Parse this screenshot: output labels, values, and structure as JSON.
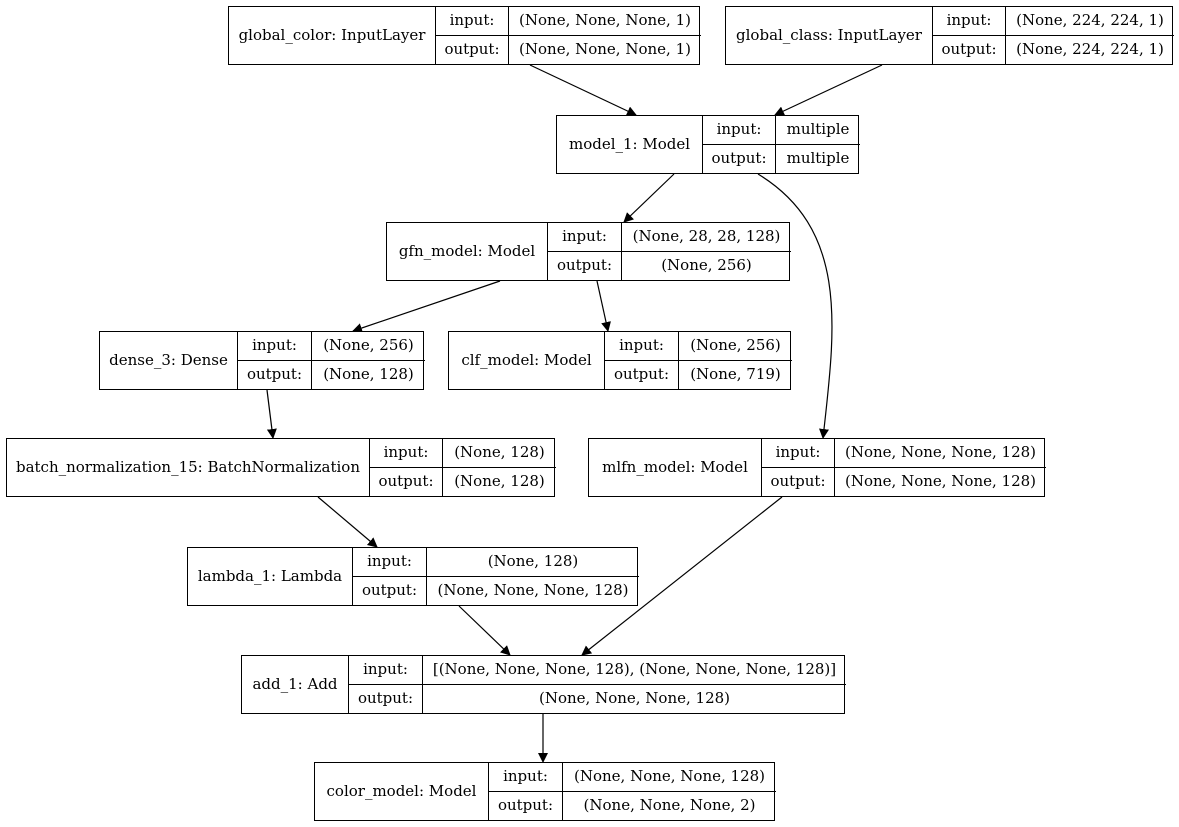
{
  "nodes": [
    {
      "id": "global_color",
      "name": "global_color: InputLayer",
      "input_label": "input:",
      "output_label": "output:",
      "input": "(None, None, None, 1)",
      "output": "(None, None, None, 1)"
    },
    {
      "id": "global_class",
      "name": "global_class: InputLayer",
      "input_label": "input:",
      "output_label": "output:",
      "input": "(None, 224, 224, 1)",
      "output": "(None, 224, 224, 1)"
    },
    {
      "id": "model_1",
      "name": "model_1: Model",
      "input_label": "input:",
      "output_label": "output:",
      "input": "multiple",
      "output": "multiple"
    },
    {
      "id": "gfn_model",
      "name": "gfn_model: Model",
      "input_label": "input:",
      "output_label": "output:",
      "input": "(None, 28, 28, 128)",
      "output": "(None, 256)"
    },
    {
      "id": "dense_3",
      "name": "dense_3: Dense",
      "input_label": "input:",
      "output_label": "output:",
      "input": "(None, 256)",
      "output": "(None, 128)"
    },
    {
      "id": "clf_model",
      "name": "clf_model: Model",
      "input_label": "input:",
      "output_label": "output:",
      "input": "(None, 256)",
      "output": "(None, 719)"
    },
    {
      "id": "batch_normalization_15",
      "name": "batch_normalization_15: BatchNormalization",
      "input_label": "input:",
      "output_label": "output:",
      "input": "(None, 128)",
      "output": "(None, 128)"
    },
    {
      "id": "mlfn_model",
      "name": "mlfn_model: Model",
      "input_label": "input:",
      "output_label": "output:",
      "input": "(None, None, None, 128)",
      "output": "(None, None, None, 128)"
    },
    {
      "id": "lambda_1",
      "name": "lambda_1: Lambda",
      "input_label": "input:",
      "output_label": "output:",
      "input": "(None, 128)",
      "output": "(None, None, None, 128)"
    },
    {
      "id": "add_1",
      "name": "add_1: Add",
      "input_label": "input:",
      "output_label": "output:",
      "input": "[(None, None, None, 128), (None, None, None, 128)]",
      "output": "(None, None, None, 128)"
    },
    {
      "id": "color_model",
      "name": "color_model: Model",
      "input_label": "input:",
      "output_label": "output:",
      "input": "(None, None, None, 128)",
      "output": "(None, None, None, 2)"
    }
  ],
  "edges": [
    {
      "from": "global_color",
      "to": "model_1"
    },
    {
      "from": "global_class",
      "to": "model_1"
    },
    {
      "from": "model_1",
      "to": "gfn_model"
    },
    {
      "from": "model_1",
      "to": "mlfn_model"
    },
    {
      "from": "gfn_model",
      "to": "dense_3"
    },
    {
      "from": "gfn_model",
      "to": "clf_model"
    },
    {
      "from": "dense_3",
      "to": "batch_normalization_15"
    },
    {
      "from": "batch_normalization_15",
      "to": "lambda_1"
    },
    {
      "from": "lambda_1",
      "to": "add_1"
    },
    {
      "from": "mlfn_model",
      "to": "add_1"
    },
    {
      "from": "add_1",
      "to": "color_model"
    }
  ]
}
